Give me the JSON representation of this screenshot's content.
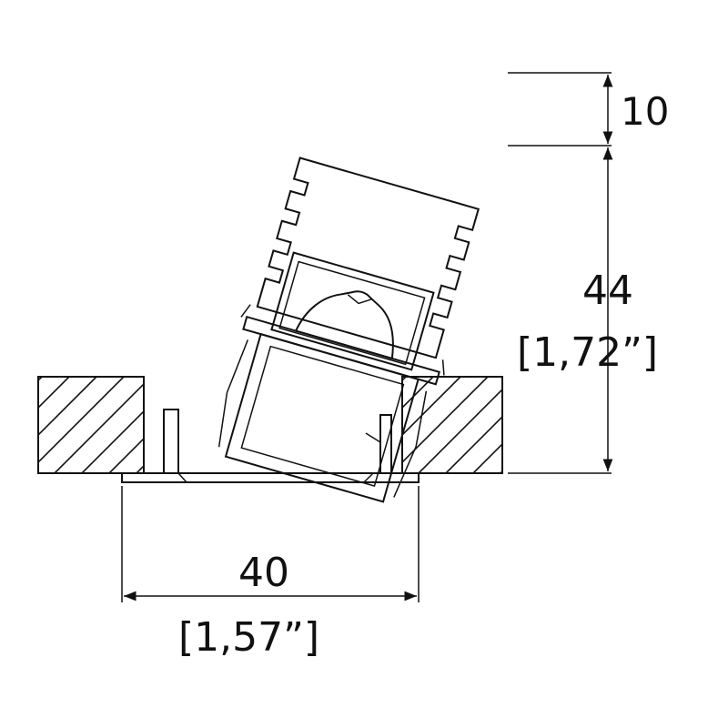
{
  "dimensions": {
    "top_offset": {
      "value": "10"
    },
    "height": {
      "value": "44",
      "imperial": "[1,72”]"
    },
    "width": {
      "value": "40",
      "imperial": "[1,57”]"
    }
  },
  "colors": {
    "line": "#111111",
    "background": "#ffffff"
  }
}
